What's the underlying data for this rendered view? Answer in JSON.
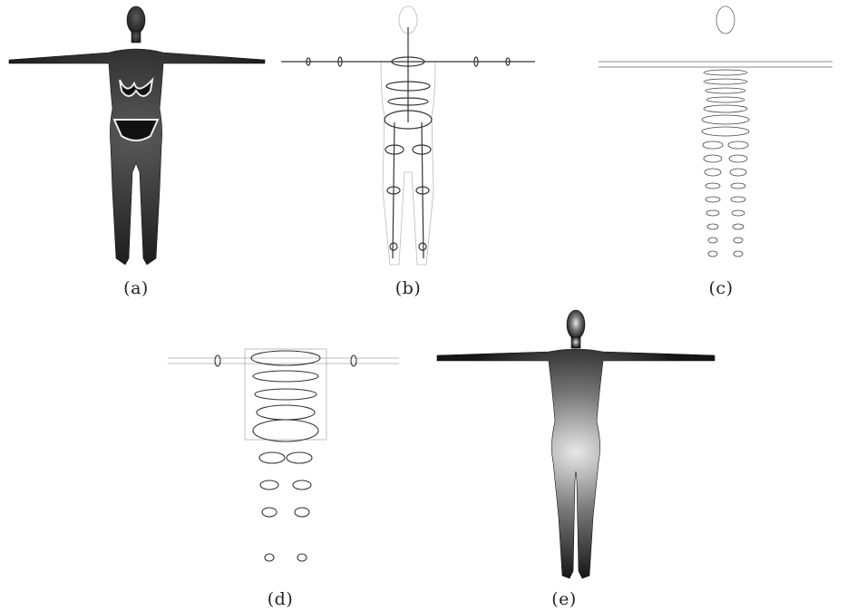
{
  "figure": {
    "panels": [
      {
        "label": "(a)",
        "rendering": "textured-mesh-with-bikini"
      },
      {
        "label": "(b)",
        "rendering": "skeleton-with-sparse-cross-sections"
      },
      {
        "label": "(c)",
        "rendering": "dense-cross-section-slices"
      },
      {
        "label": "(d)",
        "rendering": "fitted-cross-sections-on-mesh"
      },
      {
        "label": "(e)",
        "rendering": "reconstructed-smooth-mesh"
      }
    ]
  },
  "colors": {
    "mesh_dark": "#2a2a2a",
    "mesh_mid": "#6e6e6e",
    "mesh_light": "#d8d8d8",
    "wire": "#333333",
    "caption": "#222222"
  }
}
